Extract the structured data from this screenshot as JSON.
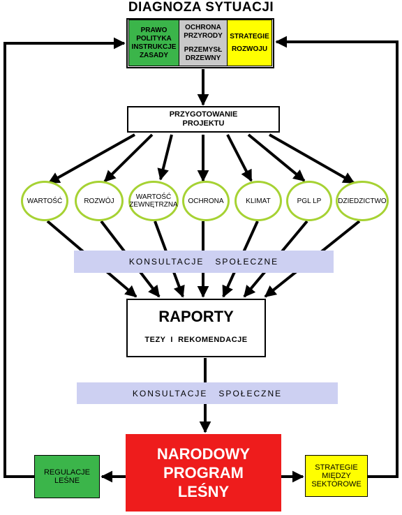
{
  "title": "DIAGNOZA SYTUACJI",
  "diagnoza": {
    "green": [
      "PRAWO",
      "POLITYKA",
      "INSTRUKCJE",
      "ZASADY"
    ],
    "gray_top": [
      "OCHRONA",
      "PRZYRODY"
    ],
    "gray_bottom": [
      "PRZEMYSŁ",
      "DRZEWNY"
    ],
    "yellow": [
      "STRATEGIE",
      "ROZWOJU"
    ]
  },
  "prep": [
    "PRZYGOTOWANIE",
    "PROJEKTU"
  ],
  "topics": [
    {
      "label": "WARTOŚĆ"
    },
    {
      "label": "ROZWÓJ"
    },
    {
      "label": "WARTOŚĆ ZEWNĘTRZNA",
      "lines": [
        "WARTOŚĆ",
        "ZEWNĘTRZNA"
      ]
    },
    {
      "label": "OCHRONA"
    },
    {
      "label": "KLIMAT"
    },
    {
      "label": "PGL LP"
    },
    {
      "label": "DZIEDZICTWO"
    }
  ],
  "consult1": "KONSULTACJE   SPOŁECZNE",
  "raporty": {
    "title": "RAPORTY",
    "subtitle": "TEZY  I  REKOMENDACJE"
  },
  "consult2": "KONSULTACJE   SPOŁECZNE",
  "npl": [
    "NARODOWY",
    "PROGRAM",
    "LEŚNY"
  ],
  "regulacje": [
    "REGULACJE",
    "LEŚNE"
  ],
  "strategie": [
    "STRATEGIE",
    "MIĘDZY",
    "SEKTOROWE"
  ],
  "colors": {
    "green": "#3bb54a",
    "gray": "#c9c9c9",
    "yellow": "#ffff00",
    "red": "#ee1c1c",
    "oval_border": "#a6d233",
    "consult_band": "#cdd0f2"
  }
}
